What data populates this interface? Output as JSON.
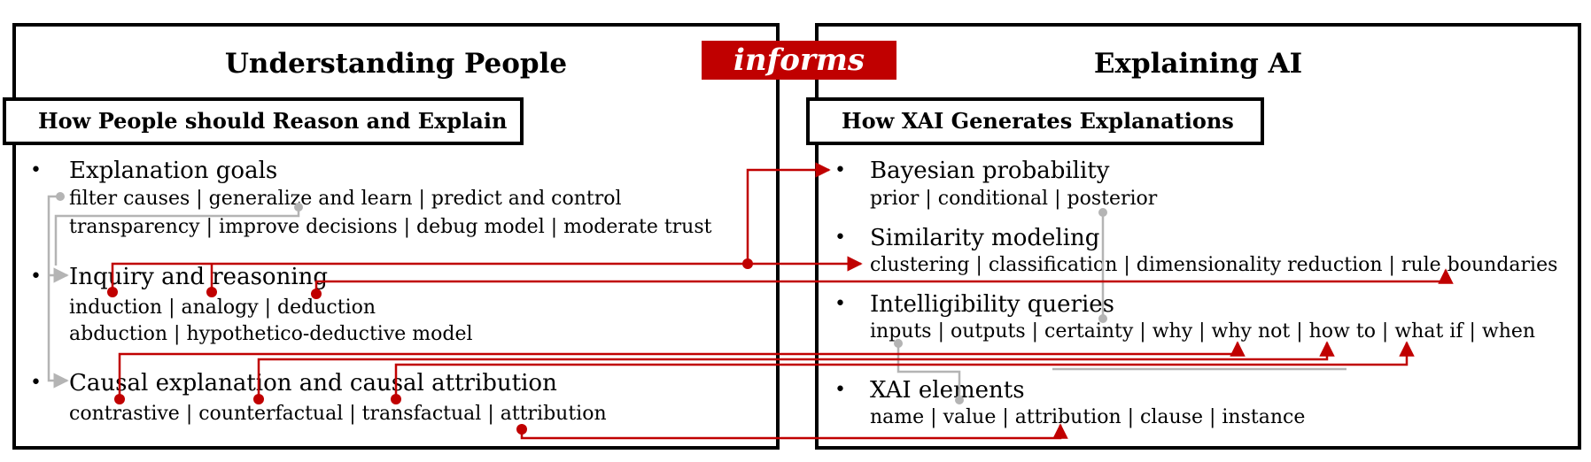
{
  "informs_label": "informs",
  "left": {
    "title": "Understanding People",
    "subheader": "How People should Reason and Explain",
    "sections": [
      {
        "heading": "Explanation goals",
        "lines": [
          "filter causes | generalize and learn | predict and control",
          "transparency | improve decisions | debug model | moderate trust"
        ]
      },
      {
        "heading": "Inquiry and reasoning",
        "lines": [
          "induction | analogy | deduction",
          "abduction | hypothetico-deductive model"
        ]
      },
      {
        "heading": "Causal explanation and causal attribution",
        "lines": [
          "contrastive | counterfactual | transfactual | attribution"
        ]
      }
    ]
  },
  "right": {
    "title": "Explaining AI",
    "subheader": "How XAI Generates Explanations",
    "sections": [
      {
        "heading": "Bayesian probability",
        "lines": [
          "prior | conditional | posterior"
        ]
      },
      {
        "heading": "Similarity modeling",
        "lines": [
          "clustering | classification | dimensionality reduction | rule boundaries"
        ]
      },
      {
        "heading": "Intelligibility queries",
        "lines": [
          "inputs | outputs | certainty | why | why not | how to | what if | when"
        ]
      },
      {
        "heading": "XAI elements",
        "lines": [
          "name | value | attribution | clause | instance"
        ]
      }
    ]
  },
  "bullet_symbol": "•",
  "colors": {
    "accent": "#c00000",
    "gray_link": "#b4b4b4",
    "border": "#000000"
  }
}
